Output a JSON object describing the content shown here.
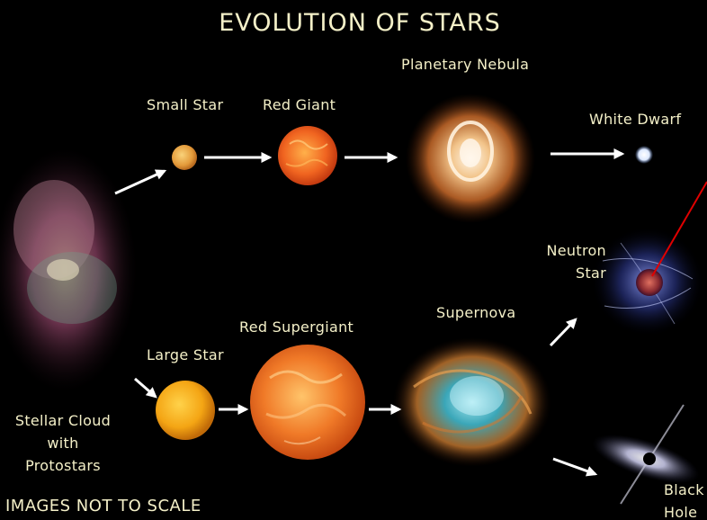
{
  "title": "EVOLUTION OF STARS",
  "footnote": "IMAGES NOT TO SCALE",
  "stages": {
    "stellar_cloud": [
      "Stellar Cloud",
      "with",
      "Protostars"
    ],
    "small_star": "Small Star",
    "red_giant": "Red Giant",
    "planetary_nebula": "Planetary Nebula",
    "white_dwarf": "White Dwarf",
    "large_star": "Large Star",
    "red_supergiant": "Red Supergiant",
    "supernova": "Supernova",
    "neutron_star": [
      "Neutron",
      "Star"
    ],
    "black_hole": [
      "Black",
      "Hole"
    ]
  },
  "colors": {
    "background": "#000000",
    "label_text": "#f4f0c8",
    "arrow": "#ffffff",
    "pointer_line": "#e00000"
  }
}
